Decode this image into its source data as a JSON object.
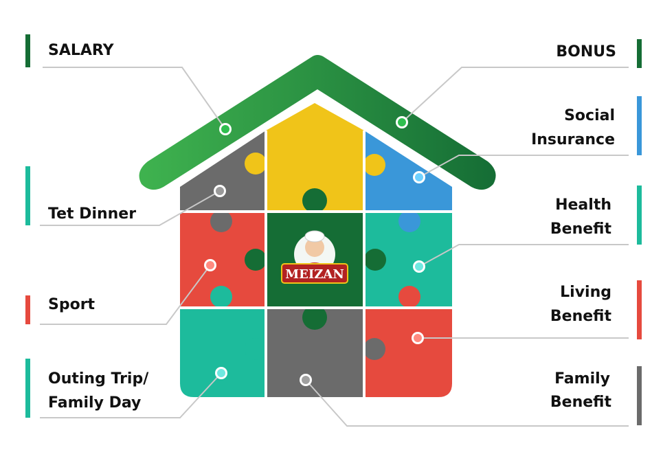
{
  "labels": {
    "salary": "SALARY",
    "bonus": "BONUS",
    "social_insurance_1": "Social",
    "social_insurance_2": "Insurance",
    "tet_dinner": "Tet Dinner",
    "health_benefit_1": "Health",
    "health_benefit_2": "Benefit",
    "sport": "Sport",
    "living_benefit_1": "Living",
    "living_benefit_2": "Benefit",
    "outing_1": "Outing Trip/",
    "outing_2": "Family Day",
    "family_benefit_1": "Family",
    "family_benefit_2": "Benefit"
  },
  "logo": {
    "text": "MEIZAN"
  },
  "colors": {
    "roof": "#1e8a3c",
    "roof_light": "#3fb34f",
    "yellow": "#f0c419",
    "blue": "#3a97d9",
    "gray": "#6b6b6b",
    "red": "#e64a3e",
    "teal": "#1dbb9c",
    "dark_green": "#156d35"
  }
}
